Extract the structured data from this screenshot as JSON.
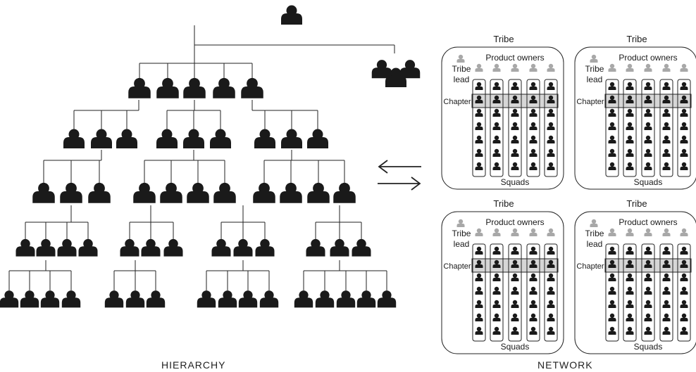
{
  "captions": {
    "left": "HIERARCHY",
    "right": "NETWORK"
  },
  "tribe_panel": {
    "title": "Tribe",
    "product_owners_label": "Product owners",
    "tribe_lead_label_1": "Tribe",
    "tribe_lead_label_2": "lead",
    "chapter_label": "Chapter",
    "squads_label": "Squads",
    "squad_count": 5,
    "members_per_squad": 7
  },
  "panel_count": 4,
  "colors": {
    "person": "#1a1a1a",
    "faded_person": "#a8a8a8",
    "line": "#222222",
    "chapter_band": "#d6d6d6"
  },
  "icons": [
    "person-icon",
    "group-icon",
    "arrow-left-icon",
    "arrow-right-icon"
  ]
}
